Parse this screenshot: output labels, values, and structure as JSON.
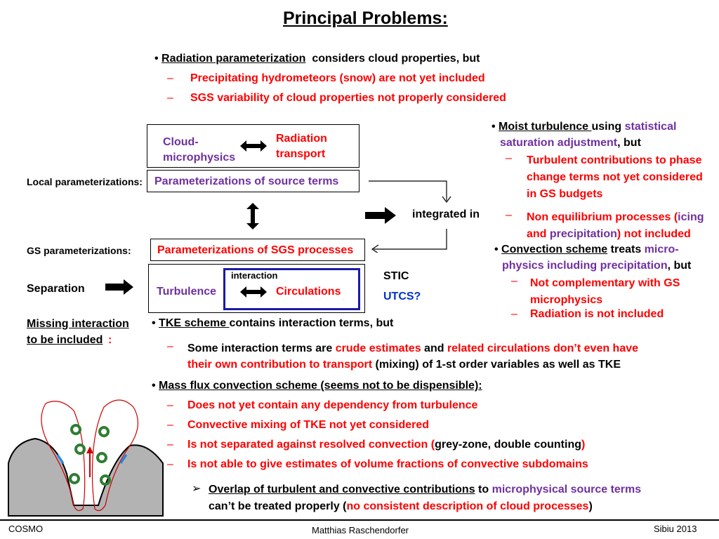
{
  "title": "Principal Problems:",
  "radiation": {
    "bullet_label": "Radiation parameterization",
    "bullet_rest": "considers cloud properties, but",
    "item1": "Precipitating hydrometeors (snow) are not yet included",
    "item2": "SGS variability of cloud properties not properly considered"
  },
  "diagram": {
    "cloud_micro": "Cloud-\nmicrophysics",
    "radiation_transport": "Radiation\ntransport",
    "local_label": "Local parameterizations:",
    "source_terms": "Parameterizations of source terms",
    "integrated_in": "integrated in",
    "gs_label": "GS parameterizations:",
    "sgs_processes": "Parameterizations of SGS processes",
    "separation": "Separation",
    "interaction": "interaction",
    "turbulence": "Turbulence",
    "circulations": "Circulations",
    "stic": "STIC",
    "utcs": "UTCS?",
    "missing_interaction": "Missing interaction\nto be included",
    "missing_colon": ":"
  },
  "moist": {
    "label": "Moist turbulence ",
    "using": "using ",
    "stat_sat": "statistical\nsaturation adjustment",
    "but": ", but",
    "item1": "Turbulent contributions to phase\nchange terms not yet considered\nin GS budgets",
    "item2_a": "Non equilibrium processes (",
    "item2_b": "icing",
    "item2_c": "and ",
    "item2_d": "precipitation",
    "item2_e": ") not included"
  },
  "convection": {
    "label": "Convection scheme",
    "treats": " treats ",
    "micro": "micro-\nphysics including precipitation",
    "but": ", but",
    "item1": "Not complementary with GS\nmicrophysics",
    "item2": "Radiation is not included"
  },
  "tke": {
    "label": "TKE scheme ",
    "rest": "contains interaction terms, but",
    "line1_a": "Some interaction terms are ",
    "line1_b": "crude estimates",
    "line1_c": " and ",
    "line1_d": "related circulations don’t even have",
    "line2_a": "their own contribution to transport",
    "line2_b": " (mixing) of 1-st order variables as well as TKE"
  },
  "massflux": {
    "label": "Mass flux convection scheme (seems not to be dispensible):",
    "item1": "Does not yet contain any dependency from turbulence",
    "item2": "Convective mixing of TKE not yet considered",
    "item3_a": "Is not separated against resolved convection (",
    "item3_b": "grey-zone, double counting",
    "item3_c": ")",
    "item4": "Is not able to give estimates of volume fractions of convective subdomains"
  },
  "overlap": {
    "label": "Overlap of turbulent and convective contributions",
    "to": " to ",
    "msterms": "microphysical source terms",
    "line2_a": "can’t be treated properly (",
    "line2_b": "no consistent description of cloud processes",
    "line2_c": ")"
  },
  "footer": {
    "left": "COSMO",
    "center": "Matthias Raschendorfer",
    "right": "Sibiu 2013"
  },
  "colors": {
    "red": "#ff0000",
    "purple": "#7030a0",
    "blue": "#0033cc",
    "frame_blue": "#1a1aa6",
    "mountain": "#b3b3b3"
  }
}
